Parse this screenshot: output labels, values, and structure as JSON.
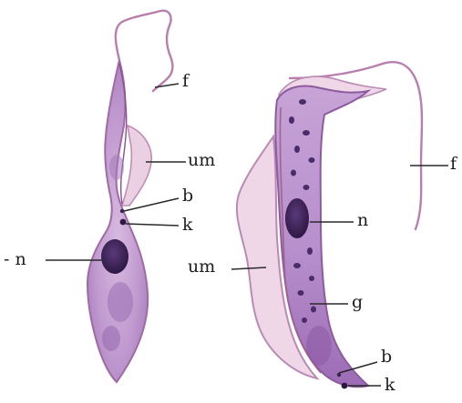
{
  "labels": {
    "left_cell": {
      "flagellum": "f",
      "undulating_membrane": "um",
      "basal_body": "b",
      "kinetoplast": "k",
      "nucleus": "- n"
    },
    "right_cell": {
      "flagellum": "f",
      "nucleus": "n",
      "undulating_membrane": "um",
      "granules": "g",
      "basal_body": "b",
      "kinetoplast": "k"
    }
  },
  "colors": {
    "background": "#ffffff",
    "cytoplasm": "#c9a6d4",
    "cytoplasm_dark": "#9f73b3",
    "membrane": "#e9c7dc",
    "outline": "#a56c9b",
    "nucleus": "#3a1f57",
    "granules": "#4b2c6b",
    "leader_line": "#2a2a2a"
  }
}
